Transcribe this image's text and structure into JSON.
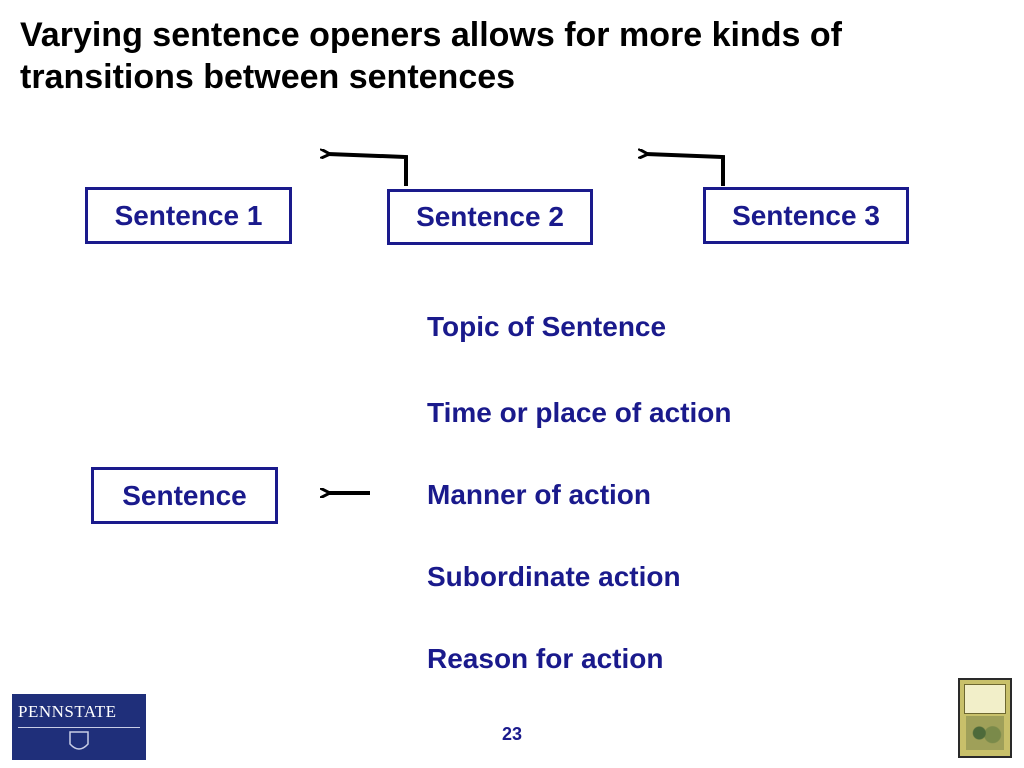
{
  "title": "Varying sentence openers allows for more kinds of transitions between sentences",
  "top_row": {
    "sentence1": "Sentence 1",
    "sentence2": "Sentence 2",
    "sentence3": "Sentence 3"
  },
  "left_box": "Sentence",
  "openers": [
    "Topic of Sentence",
    "Time or place of action",
    "Manner of action",
    "Subordinate action",
    "Reason for action"
  ],
  "page_number": "23",
  "logo_text": "PENNSTATE",
  "colors": {
    "accent": "#1a1a8c",
    "logo_bg": "#1f2f7a"
  }
}
